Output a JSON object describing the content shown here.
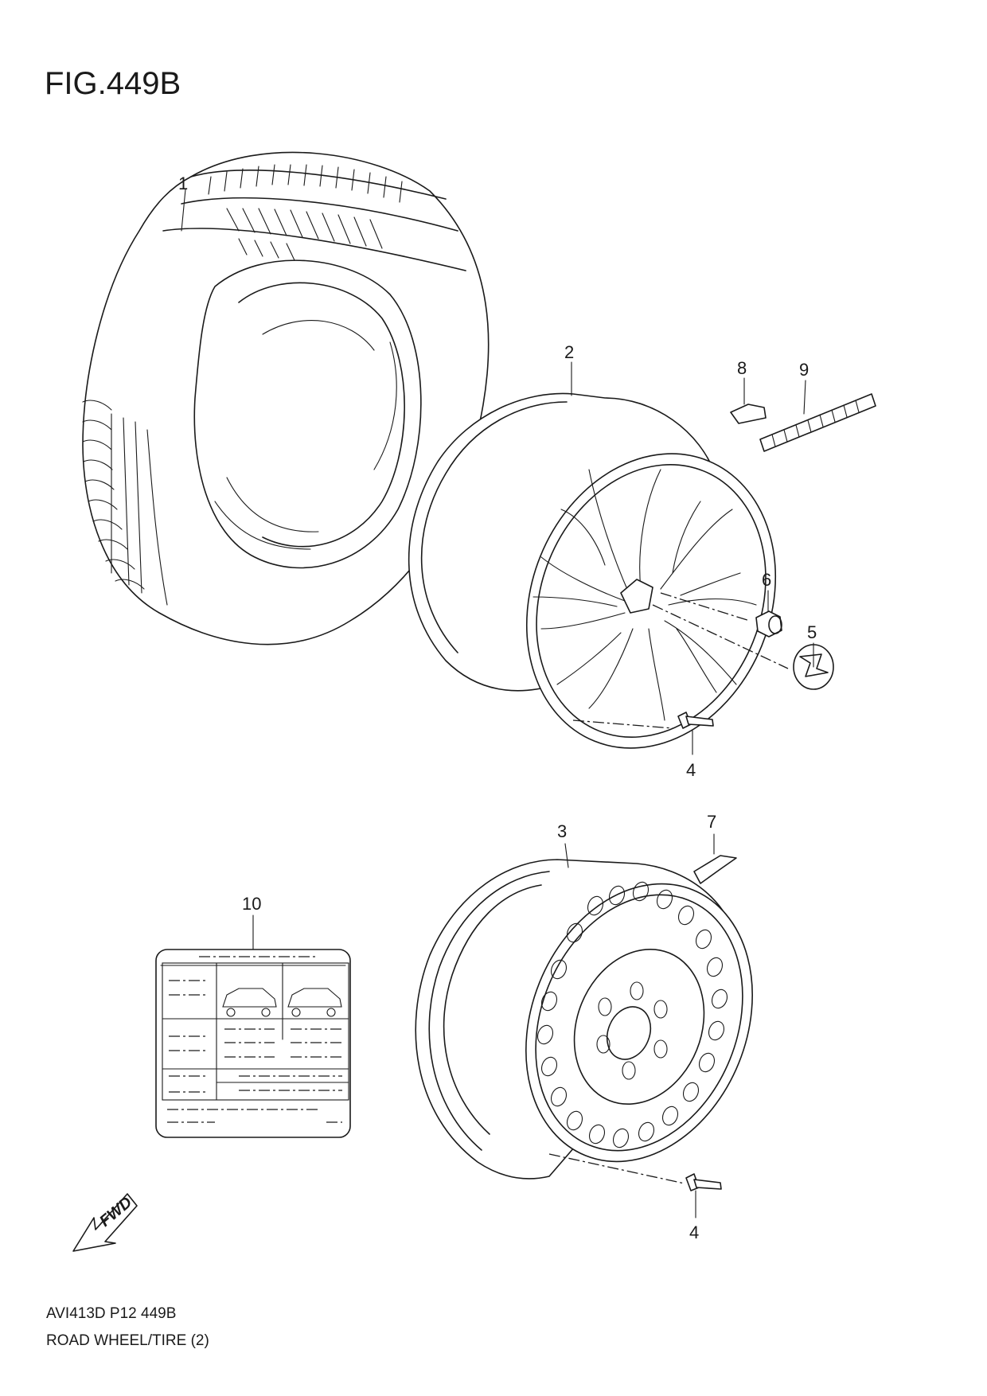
{
  "figure": {
    "title": "FIG.449B",
    "code_line": "AVI413D P12 449B",
    "subtitle": "ROAD WHEEL/TIRE (2)"
  },
  "fwd_label": "FWD",
  "callouts": [
    "1",
    "2",
    "3",
    "4",
    "4",
    "5",
    "6",
    "7",
    "8",
    "9",
    "10"
  ],
  "parts": [
    {
      "ref": "1",
      "name": "tire",
      "icon": "tire-icon"
    },
    {
      "ref": "2",
      "name": "alloy wheel",
      "icon": "alloy-wheel-icon"
    },
    {
      "ref": "3",
      "name": "steel wheel",
      "icon": "steel-wheel-icon"
    },
    {
      "ref": "4",
      "name": "valve",
      "icon": "valve-icon"
    },
    {
      "ref": "5",
      "name": "center cap",
      "icon": "center-cap-icon"
    },
    {
      "ref": "6",
      "name": "wheel nut",
      "icon": "wheel-nut-icon"
    },
    {
      "ref": "7",
      "name": "balance weight",
      "icon": "balance-weight-icon"
    },
    {
      "ref": "8",
      "name": "balance weight",
      "icon": "clip-weight-icon"
    },
    {
      "ref": "9",
      "name": "balance weight strip",
      "icon": "weight-strip-icon"
    },
    {
      "ref": "10",
      "name": "tire pressure label",
      "icon": "tire-label-icon"
    }
  ]
}
